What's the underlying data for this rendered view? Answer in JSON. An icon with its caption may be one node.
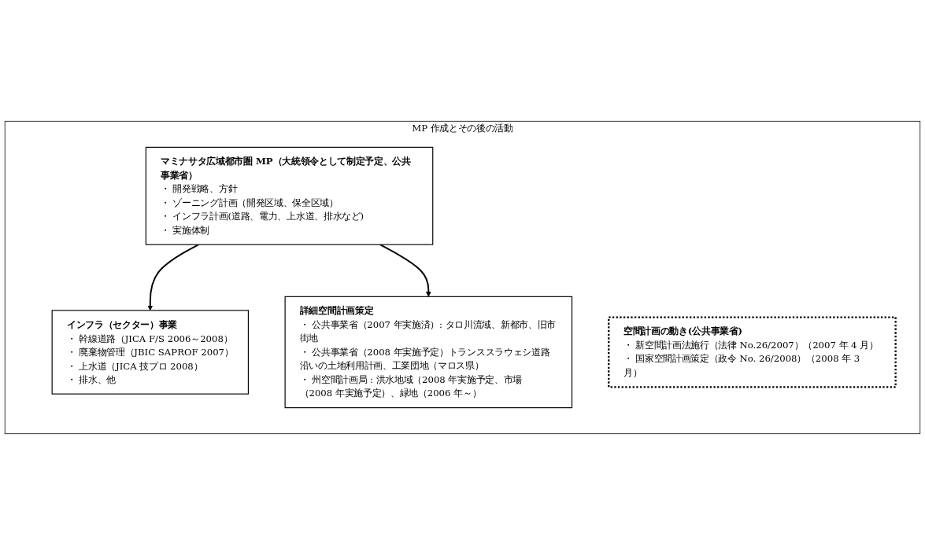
{
  "diagram": {
    "nodes": [
      {
        "text": [
          "MP 作成とその後の活動"
        ]
      },
      {
        "text": [
          "マミナサタ広域都市圏 MP（大統領令として制定予定、公共事業省）",
          "・ 開発戦略、方針",
          "・ ゾーニング計画（開発区域、保全区域）",
          "・ インフラ計画(道路、電力、上水道、排水など)",
          "・ 実施体制"
        ],
        "in": 0
      },
      {
        "text": [
          "空間計画の動き(公共事業省)",
          "・ 新空間計画法施行（法律 No.26/2007）（2007 年 4 月）",
          "・ 国家空間計画策定（政令 No. 26/2008）（2008 年 3 月）"
        ],
        "in": 0
      },
      {
        "text": [
          "インフラ（セクター）事業",
          "・ 幹線道路（JICA F/S 2006～2008）",
          "・ 廃棄物管理（JBIC SAPROF 2007）",
          "・ 上水道（JICA 技プロ 2008）",
          "・ 排水、他"
        ],
        "in": 0
      },
      {
        "text": [
          "詳細空間計画策定",
          "・ 公共事業省（2007 年実施済）: タロ川流域、新都市、旧市街地",
          "・ 公共事業省（2008 年実施予定）トランススラウェシ道路沿いの土地利用計画、工業団地（マロス県）",
          "・ 州空間計画局 : 洪水地域（2008 年実施予定、市場（2008 年実施予定）、緑地（2006 年～）"
        ],
        "in": 0
      }
    ],
    "edges": [
      {
        "from": 1,
        "to": 3,
        "arrow": "to"
      },
      {
        "from": 1,
        "to": 4,
        "arrow": "to"
      }
    ]
  }
}
